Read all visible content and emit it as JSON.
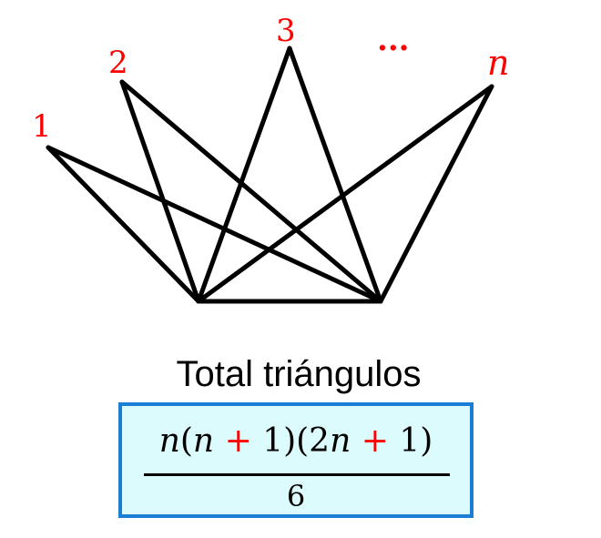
{
  "colors": {
    "label": "#ff0000",
    "line": "#000000",
    "plus": "#ff0000",
    "box_border": "#1a7fd4",
    "box_fill": "#dcfbfd"
  },
  "vertex_labels": [
    "1",
    "2",
    "3",
    "n"
  ],
  "ellipsis": "...",
  "caption": "Total triángulos",
  "formula": {
    "numerator": {
      "n1": "n",
      "open1": "(",
      "n2": "n",
      "plus1": "+",
      "one1": "1)(2",
      "n3": "n",
      "plus2": "+",
      "one2": "1)"
    },
    "denominator": "6"
  }
}
